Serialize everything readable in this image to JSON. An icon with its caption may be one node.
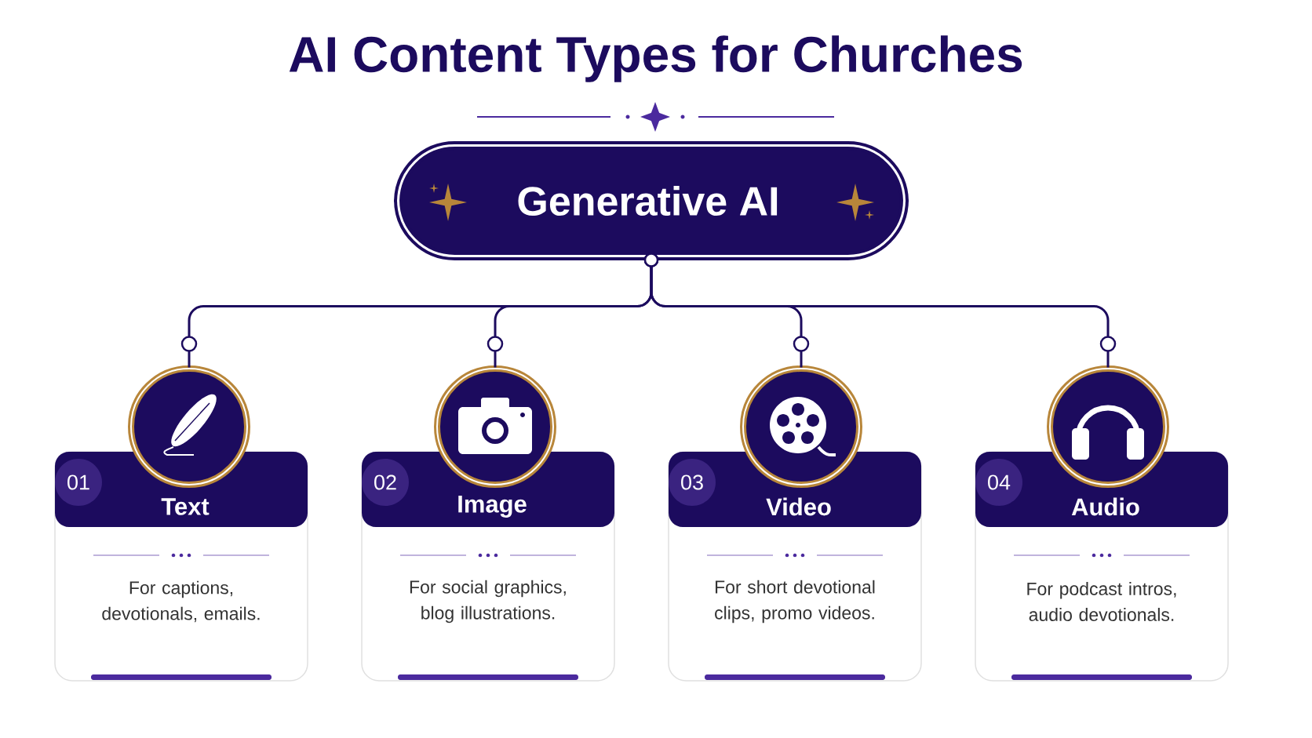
{
  "diagram": {
    "title": "AI Content Types for Churches",
    "nodes": [
      {
        "text": [
          "Generative AI"
        ]
      },
      {
        "text": [],
        "shape": "circle"
      },
      {
        "text": [
          "01",
          "Text",
          "For captions, devotionals, emails."
        ]
      },
      {
        "text": [],
        "shape": "circle"
      },
      {
        "text": [
          "02",
          "Image",
          "For social graphics, blog illustrations."
        ]
      },
      {
        "text": [],
        "shape": "circle"
      },
      {
        "text": [
          "03",
          "Video",
          "For short devotional clips, promo videos."
        ]
      },
      {
        "text": [],
        "shape": "circle"
      },
      {
        "text": [
          "04",
          "Audio",
          "For podcast intros, audio devotionals."
        ]
      }
    ],
    "edges": [
      {
        "from": 0,
        "to": 1,
        "arrow": "other"
      },
      {
        "from": 0,
        "to": 3,
        "arrow": "other"
      },
      {
        "from": 0,
        "to": 5,
        "arrow": "other"
      },
      {
        "from": 0,
        "to": 7,
        "arrow": "other"
      }
    ]
  }
}
